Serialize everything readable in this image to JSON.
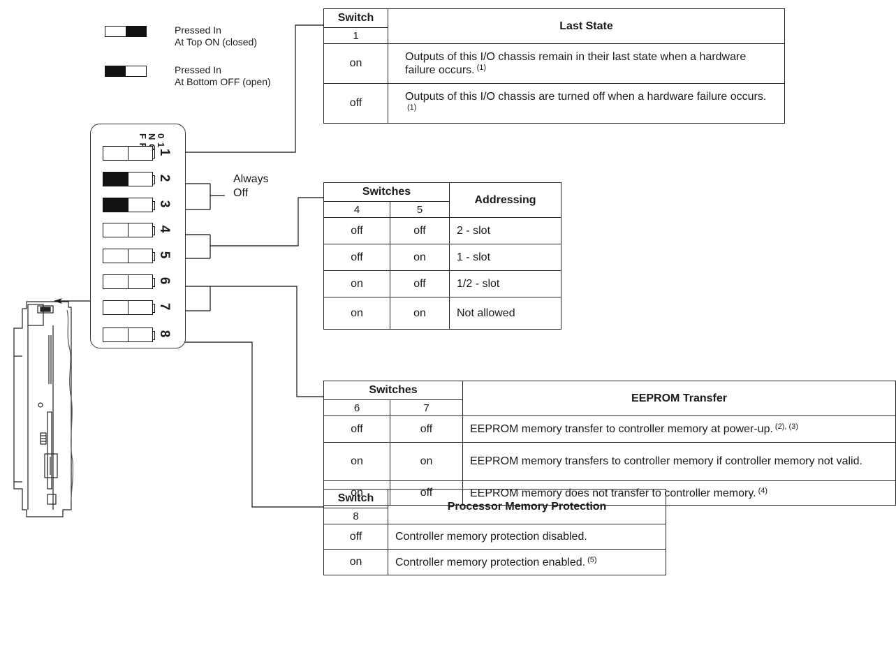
{
  "legend": {
    "top_on": {
      "line1": "Pressed In",
      "line2": "At Top ON (closed)"
    },
    "bottom_off": {
      "line1": "Pressed In",
      "line2": "At Bottom OFF (open)"
    }
  },
  "dip": {
    "header_lines": [
      "0 1",
      "N O",
      "F F"
    ],
    "switches": [
      {
        "num": "1",
        "filled": "none"
      },
      {
        "num": "2",
        "filled": "left"
      },
      {
        "num": "3",
        "filled": "left"
      },
      {
        "num": "4",
        "filled": "none"
      },
      {
        "num": "5",
        "filled": "none"
      },
      {
        "num": "6",
        "filled": "none"
      },
      {
        "num": "7",
        "filled": "none"
      },
      {
        "num": "8",
        "filled": "none"
      }
    ]
  },
  "always_off": {
    "line1": "Always",
    "line2": "Off"
  },
  "last_state": {
    "h_switch": "Switch",
    "h_num": "1",
    "h_title": "Last State",
    "rows": [
      {
        "state": "on",
        "desc": "Outputs of this I/O chassis remain in their last state when a hardware failure occurs.",
        "note": "(1)"
      },
      {
        "state": "off",
        "desc": "Outputs of this I/O chassis are turned off when a hardware failure occurs.",
        "note": "(1)"
      }
    ]
  },
  "addressing": {
    "h_switches": "Switches",
    "h_a": "4",
    "h_b": "5",
    "h_title": "Addressing",
    "rows": [
      {
        "a": "off",
        "b": "off",
        "desc": "2 - slot"
      },
      {
        "a": "off",
        "b": "on",
        "desc": "1 - slot"
      },
      {
        "a": "on",
        "b": "off",
        "desc": "1/2 - slot"
      },
      {
        "a": "on",
        "b": "on",
        "desc": "Not allowed"
      }
    ]
  },
  "eeprom": {
    "h_switches": "Switches",
    "h_a": "6",
    "h_b": "7",
    "h_title": "EEPROM Transfer",
    "rows": [
      {
        "a": "off",
        "b": "off",
        "desc": "EEPROM memory transfer to controller memory at power-up.",
        "note": "(2), (3)"
      },
      {
        "a": "on",
        "b": "on",
        "desc": "EEPROM memory transfers to controller memory if controller memory not valid.",
        "note": ""
      },
      {
        "a": "on",
        "b": "off",
        "desc": "EEPROM memory does not transfer to controller memory.",
        "note": "(4)"
      }
    ]
  },
  "protection": {
    "h_switch": "Switch",
    "h_num": "8",
    "h_title": "Processor Memory Protection",
    "rows": [
      {
        "state": "off",
        "desc": "Controller memory protection disabled.",
        "note": ""
      },
      {
        "state": "on",
        "desc": "Controller memory protection enabled.",
        "note": "(5)"
      }
    ]
  }
}
